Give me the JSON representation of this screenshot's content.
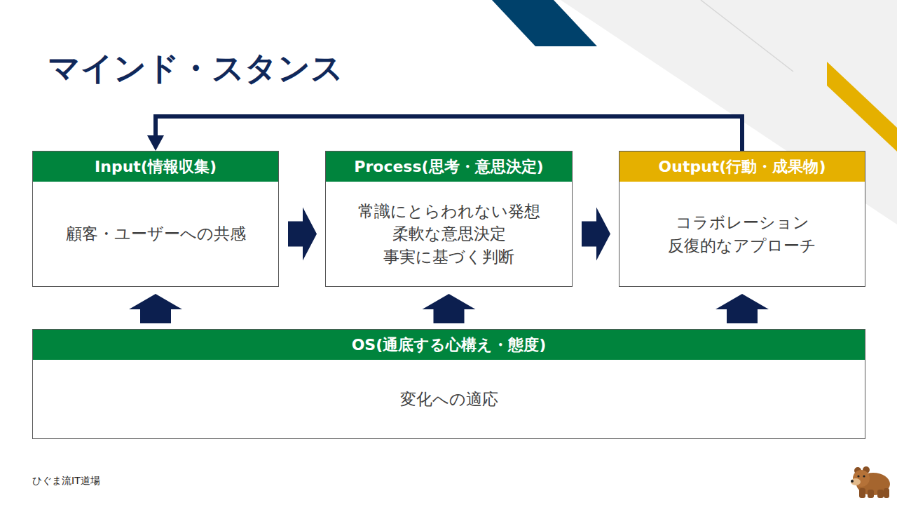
{
  "diagram": {
    "title": "マインド・スタンス",
    "nodes": [
      {
        "text": [
          "Input(情報収集)",
          "顧客・ユーザーへの共感"
        ]
      },
      {
        "text": [
          "Process(思考・意思決定)",
          "常識にとらわれない発想 柔軟な意思決定 事実に基づく判断"
        ]
      },
      {
        "text": [
          "Output(行動・成果物)",
          "コラボレーション 反復的なアプローチ"
        ]
      },
      {
        "text": [
          "OS(通底する心構え・態度)",
          "変化への適応"
        ]
      }
    ],
    "edges": [
      {
        "from": 0,
        "to": 1,
        "arrow": "to"
      },
      {
        "from": 1,
        "to": 2,
        "arrow": "to"
      },
      {
        "from": 2,
        "to": 0,
        "arrow": "to"
      },
      {
        "from": 3,
        "to": 0,
        "arrow": "to"
      },
      {
        "from": 3,
        "to": 1,
        "arrow": "to"
      },
      {
        "from": 3,
        "to": 2,
        "arrow": "to"
      }
    ],
    "labels": [
      "ひぐま流IT道場"
    ]
  }
}
